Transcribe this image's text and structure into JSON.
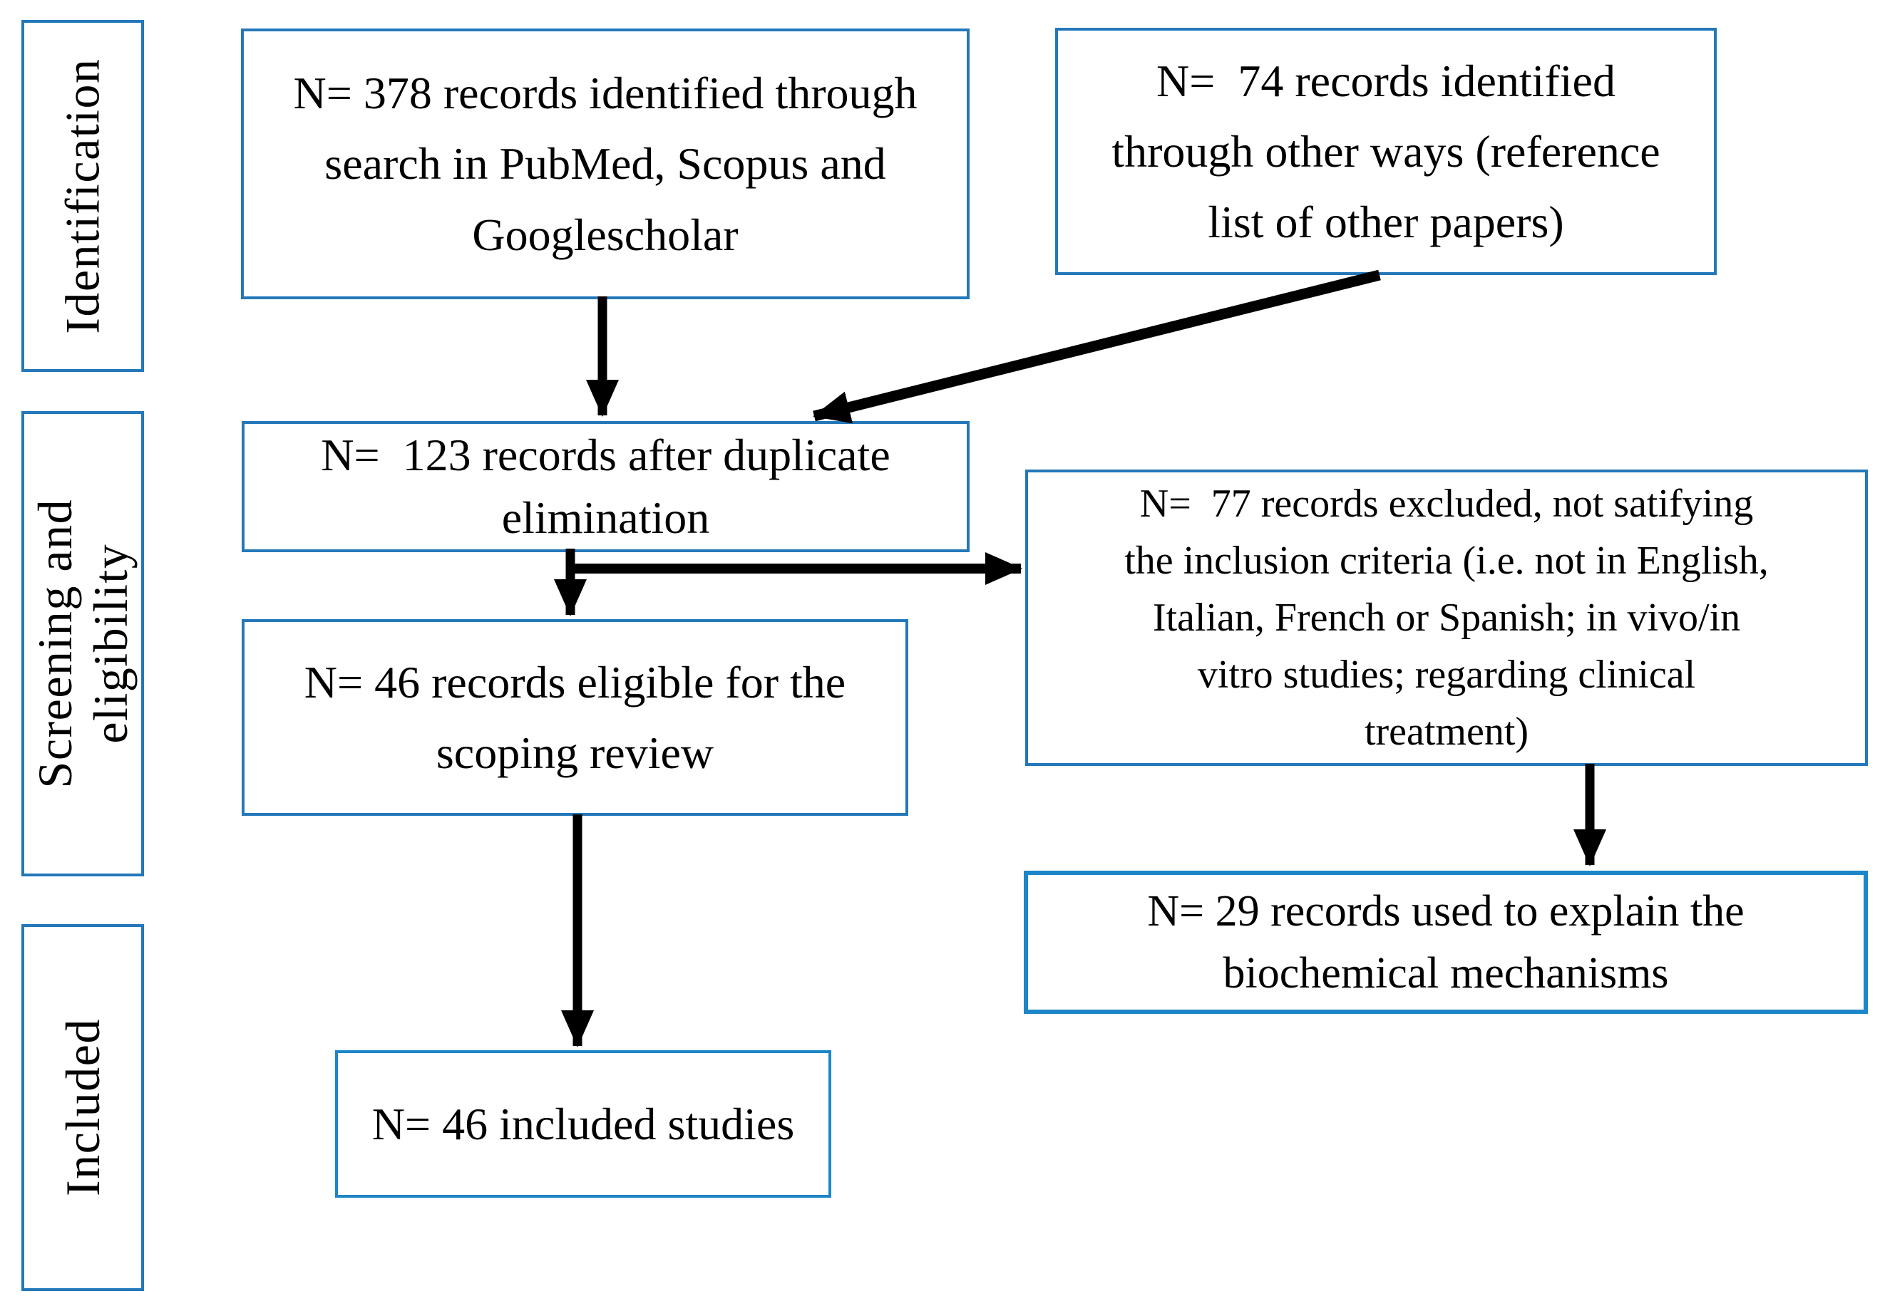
{
  "figure": {
    "type": "prisma-flow-diagram",
    "description": "Scoping review record selection flowchart"
  },
  "colors": {
    "background": "#FFFFFF",
    "text": "#000000",
    "box_border": "#2478BA",
    "box_border_bright": "#1C86C9",
    "arrow": "#000000"
  },
  "stages": {
    "identification": {
      "label": "Identification"
    },
    "screening": {
      "label_lines": [
        "Screening and",
        "eligibility"
      ]
    },
    "included": {
      "label": "Included"
    }
  },
  "boxes": {
    "records_identified": {
      "n": 378,
      "lines": [
        "N= 378 records identified through",
        "search in PubMed, Scopus and",
        "Googlescholar"
      ]
    },
    "records_other_sources": {
      "n": 74,
      "lines": [
        "N=  74 records identified",
        "through other ways (reference",
        "list of other papers)"
      ]
    },
    "after_duplicate_elimination": {
      "n": 123,
      "lines": [
        "N=  123 records after duplicate",
        "elimination"
      ]
    },
    "records_excluded": {
      "n": 77,
      "lines": [
        "N=  77 records excluded, not satifying",
        "the inclusion criteria (i.e. not in English,",
        "Italian, French or Spanish; in vivo/in",
        "vitro studies; regarding clinical",
        "treatment)"
      ]
    },
    "records_eligible": {
      "n": 46,
      "lines": [
        "N= 46 records eligible for the",
        "scoping review"
      ]
    },
    "records_mechanisms": {
      "n": 29,
      "lines": [
        "N= 29 records used to explain the",
        "biochemical mechanisms"
      ]
    },
    "included_studies": {
      "n": 46,
      "lines": [
        "N= 46 included studies"
      ]
    }
  }
}
